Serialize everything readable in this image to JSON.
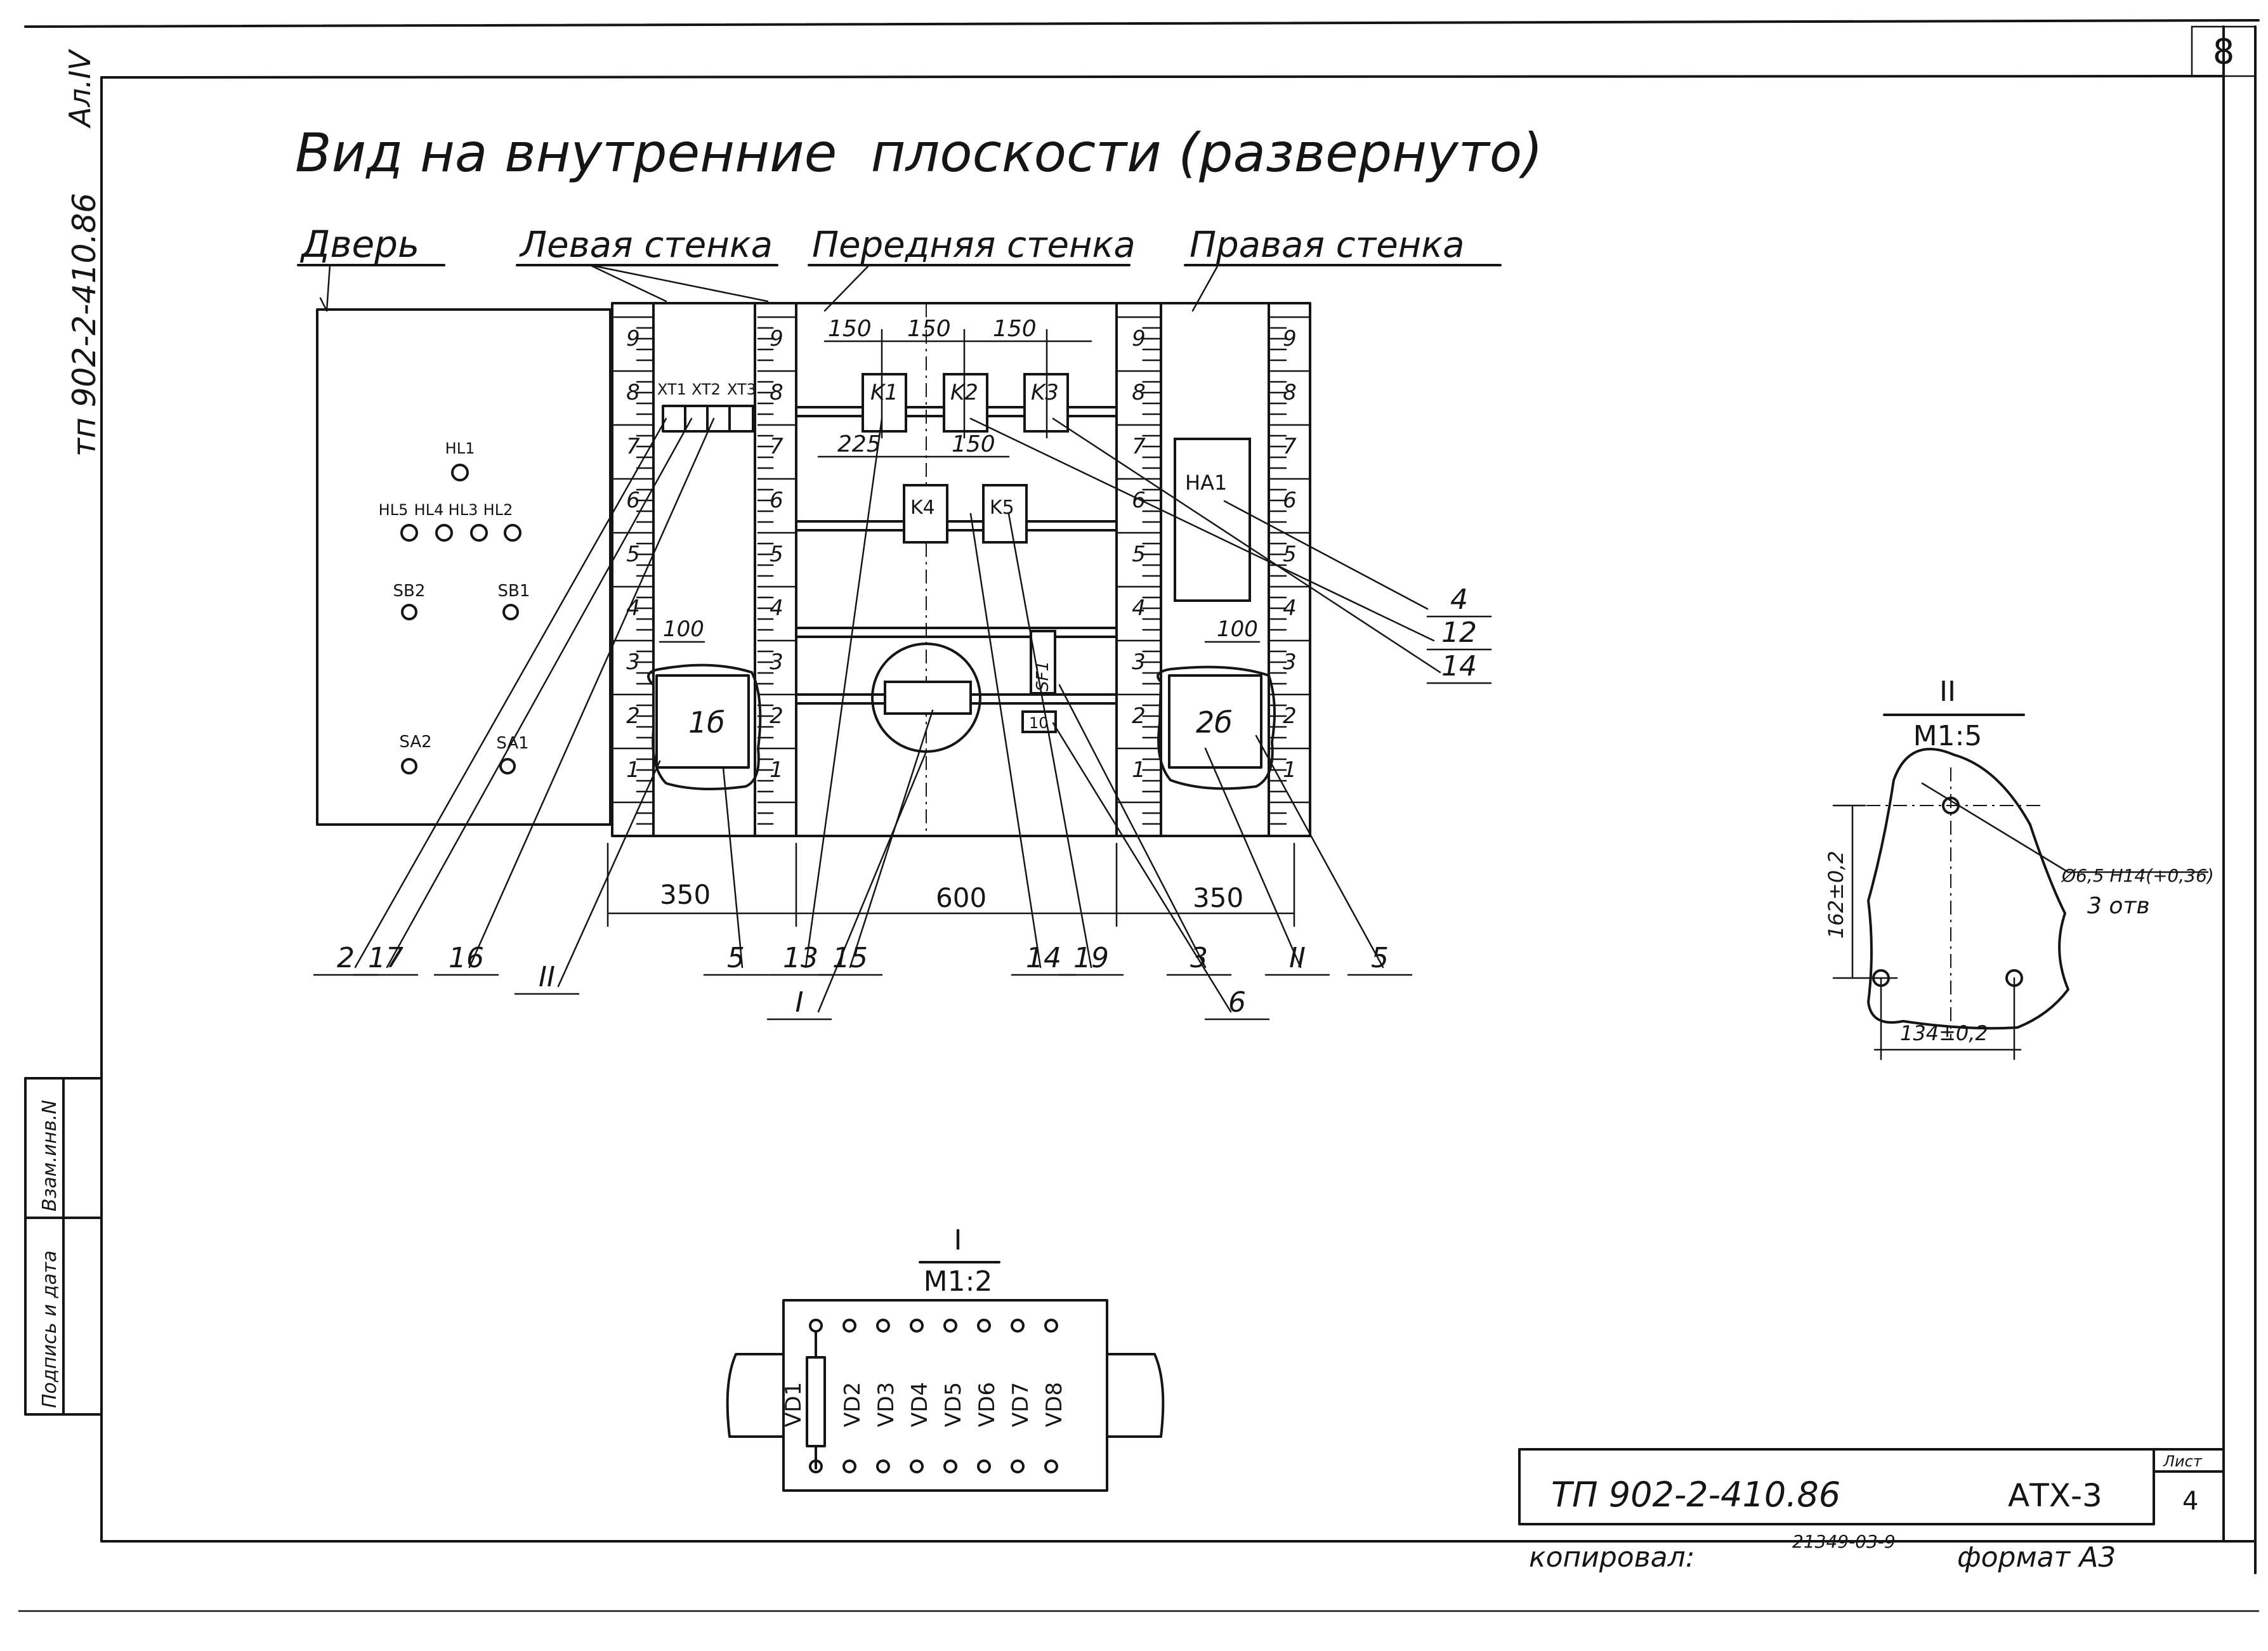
{
  "sheet": {
    "page_number": "8",
    "side_code": "тп 902-2-410.86",
    "side_album": "Ал.IV",
    "side_stamp_1": "Взам.инв.N",
    "side_stamp_2": "Подпись и дата"
  },
  "title": "Вид на внутренние  плоскости (развернуто)",
  "headings": {
    "door": "Дверь",
    "left_wall": "Левая стенка",
    "front_wall": "Передняя стенка",
    "right_wall": "Правая стенка"
  },
  "door": {
    "lamps": [
      "HL1",
      "HL5",
      "HL4",
      "HL3",
      "HL2"
    ],
    "buttons": [
      "SB2",
      "SB1"
    ],
    "switches": [
      "SA2",
      "SA1"
    ]
  },
  "rulers": {
    "scale": [
      "9",
      "8",
      "7",
      "6",
      "5",
      "4",
      "3",
      "2",
      "1"
    ]
  },
  "components": {
    "terminals": [
      "XT1",
      "XT2",
      "XT3"
    ],
    "relays": [
      "K1",
      "K2",
      "K3",
      "K4",
      "K5"
    ],
    "ha": "HA1",
    "sf": "SF1",
    "box_left": "1б",
    "box_right": "2б",
    "small_part": "10"
  },
  "dimensions": {
    "top_150_1": "150",
    "top_150_2": "150",
    "top_150_3": "150",
    "d225": "225",
    "mid_150": "150",
    "left_100": "100",
    "right_100": "100",
    "w350_left": "350",
    "w600": "600",
    "w350_right": "350"
  },
  "callouts": {
    "c2": "2",
    "c17": "17",
    "c16": "16",
    "cII_a": "II",
    "c5_a": "5",
    "c13": "13",
    "c15": "15",
    "cI": "I",
    "c14_a": "14",
    "c19": "19",
    "c3": "3",
    "cII_b": "II",
    "c5_b": "5",
    "c6": "6",
    "c4": "4",
    "c12": "12",
    "c14_b": "14"
  },
  "section_II": {
    "title": "II",
    "scale": "М1:5",
    "hole": "Ø6,5 Н14(+0,36)",
    "holes_count": "3 отв",
    "dim_v": "162±0,2",
    "dim_h": "134±0,2"
  },
  "section_I": {
    "title": "I",
    "scale": "М1:2",
    "diodes": [
      "VD1",
      "VD2",
      "VD3",
      "VD4",
      "VD5",
      "VD6",
      "VD7",
      "VD8"
    ]
  },
  "title_block": {
    "code": "ТП 902-2-410.86",
    "mark": "АТХ-3",
    "sheet_label": "Лист",
    "sheet_no": "4",
    "copied": "копировал:",
    "copy_no": "21349-03-9",
    "format": "формат А3"
  }
}
